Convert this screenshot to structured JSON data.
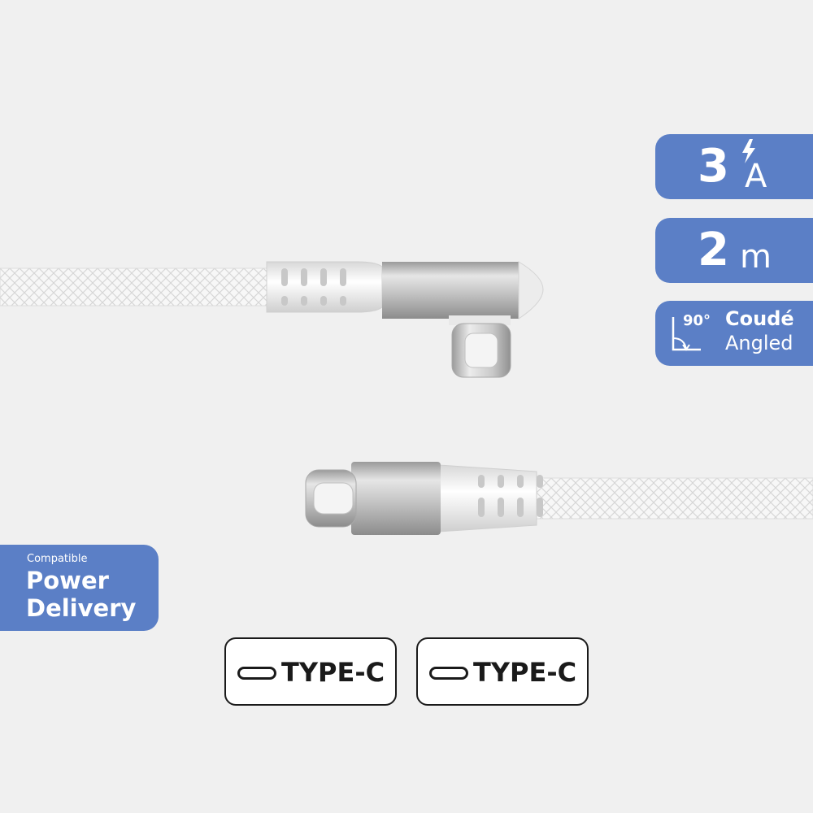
{
  "badges": {
    "current": {
      "number": "3",
      "unit": "A",
      "icon": "lightning-bolt-icon"
    },
    "length": {
      "number": "2",
      "unit": "m"
    },
    "angle": {
      "degrees": "90°",
      "label_fr": "Coudé",
      "label_en": "Angled",
      "icon": "right-angle-icon"
    }
  },
  "power_delivery": {
    "small": "Compatible",
    "line1": "Power",
    "line2": "Delivery"
  },
  "ports": [
    {
      "label": "TYPE-C",
      "icon": "usb-c-port-icon"
    },
    {
      "label": "TYPE-C",
      "icon": "usb-c-port-icon"
    }
  ],
  "colors": {
    "badge_blue": "#5b7fc6",
    "background": "#f0f0f0",
    "border": "#1a1a1a"
  }
}
